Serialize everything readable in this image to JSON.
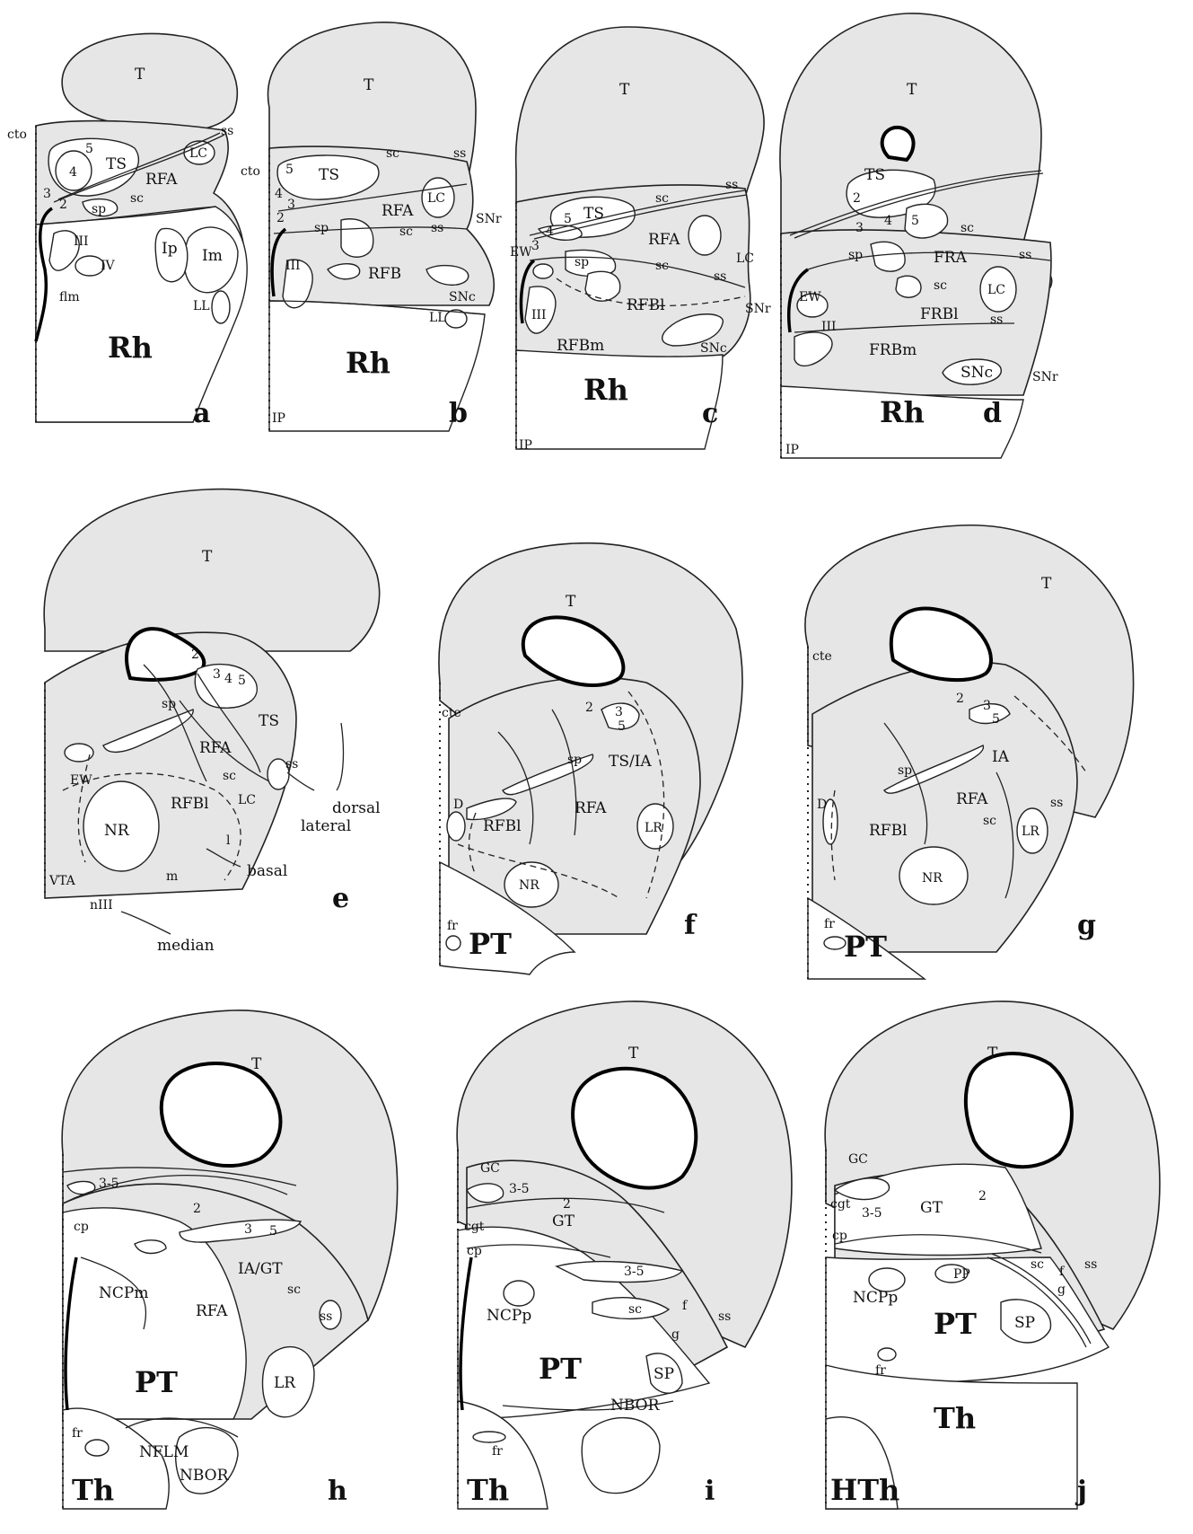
{
  "panels": [
    {
      "id": "a",
      "letter": "a",
      "labels": [
        "T",
        "cto",
        "ss",
        "5",
        "TS",
        "4",
        "LC",
        "RFA",
        "3",
        "2",
        "sc",
        "sp",
        "III",
        "Ip",
        "Im",
        "IV",
        "flm",
        "LL",
        "Rh"
      ]
    },
    {
      "id": "b",
      "letter": "b",
      "labels": [
        "T",
        "cto",
        "sc",
        "ss",
        "5",
        "TS",
        "LC",
        "4",
        "3",
        "2",
        "RFA",
        "ss",
        "SNr",
        "sp",
        "sc",
        "III",
        "RFB",
        "SNc",
        "LL",
        "Rh",
        "IP"
      ]
    },
    {
      "id": "c",
      "letter": "c",
      "labels": [
        "T",
        "sc",
        "ss",
        "5",
        "TS",
        "4",
        "3",
        "RFA",
        "LC",
        "EW",
        "sp",
        "sc",
        "ss",
        "III",
        "RFBl",
        "SNr",
        "RFBm",
        "SNc",
        "Rh",
        "IP"
      ]
    },
    {
      "id": "d",
      "letter": "d",
      "labels": [
        "T",
        "TS",
        "2",
        "3",
        "4",
        "5",
        "sc",
        "sp",
        "FRA",
        "ss",
        "EW",
        "sc",
        "LC",
        "FRBl",
        "III",
        "ss",
        "FRBm",
        "SNc",
        "SNr",
        "Rh",
        "IP"
      ]
    },
    {
      "id": "e",
      "letter": "e",
      "labels": [
        "T",
        "2",
        "3",
        "4",
        "5",
        "sp",
        "TS",
        "RFA",
        "ss",
        "EW",
        "sc",
        "LC",
        "dorsal",
        "NR",
        "RFBl",
        "lateral",
        "l",
        "m",
        "basal",
        "VTA",
        "nIII",
        "median"
      ]
    },
    {
      "id": "f",
      "letter": "f",
      "labels": [
        "T",
        "cte",
        "2",
        "3",
        "5",
        "sp",
        "TS/IA",
        "D",
        "RFBl",
        "RFA",
        "LR",
        "NR",
        "fr",
        "PT"
      ]
    },
    {
      "id": "g",
      "letter": "g",
      "labels": [
        "T",
        "cte",
        "2",
        "3",
        "5",
        "sp",
        "IA",
        "RFA",
        "ss",
        "D",
        "RFBl",
        "sc",
        "LR",
        "NR",
        "fr",
        "PT"
      ]
    },
    {
      "id": "h",
      "letter": "h",
      "labels": [
        "T",
        "3-5",
        "2",
        "3",
        "5",
        "cp",
        "IA/GT",
        "sc",
        "NCPm",
        "RFA",
        "ss",
        "PT",
        "LR",
        "fr",
        "NFLM",
        "Th",
        "NBOR"
      ]
    },
    {
      "id": "i",
      "letter": "i",
      "labels": [
        "T",
        "GC",
        "3-5",
        "2",
        "cgt",
        "GT",
        "cp",
        "3-5",
        "NCPp",
        "sc",
        "f",
        "ss",
        "g",
        "PT",
        "SP",
        "NBOR",
        "fr",
        "Th"
      ]
    },
    {
      "id": "j",
      "letter": "j",
      "labels": [
        "T",
        "GC",
        "cgt",
        "3-5",
        "GT",
        "2",
        "cp",
        "NCPp",
        "PP",
        "sc",
        "f",
        "ss",
        "g",
        "PT",
        "SP",
        "fr",
        "Th",
        "HTh"
      ]
    }
  ]
}
